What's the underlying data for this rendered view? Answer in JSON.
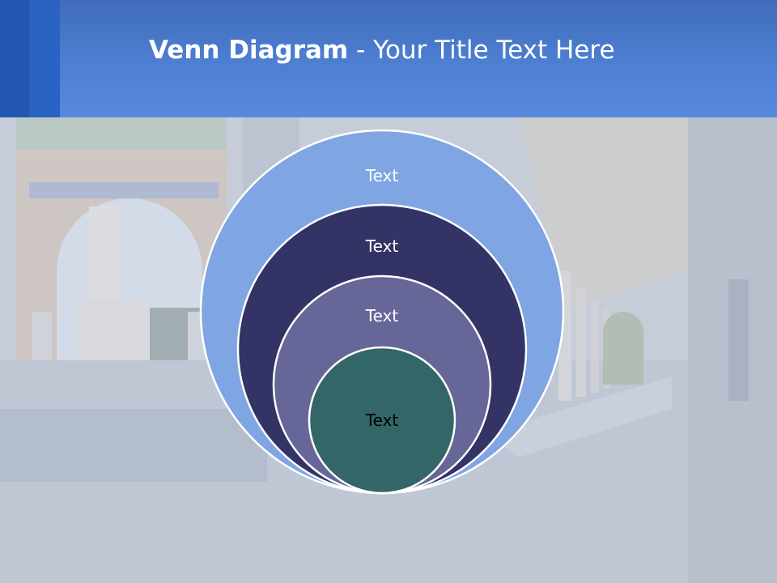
{
  "slide": {
    "title_bold": "Venn Diagram",
    "title_rest": " - Your Title Text Here"
  },
  "venn": {
    "circles": [
      {
        "label": "Text",
        "fill": "#7fa6e2",
        "text_color": "#ffffff"
      },
      {
        "label": "Text",
        "fill": "#333366",
        "text_color": "#ffffff"
      },
      {
        "label": "Text",
        "fill": "#666699",
        "text_color": "#ffffff"
      },
      {
        "label": "Text",
        "fill": "#336666",
        "text_color": "#000000"
      }
    ],
    "outline_color": "#ffffff"
  },
  "colors": {
    "header_blue": "#4e7fd2",
    "stripe_dark": "#1f4fae",
    "background_wash": "#c9d0dc"
  }
}
